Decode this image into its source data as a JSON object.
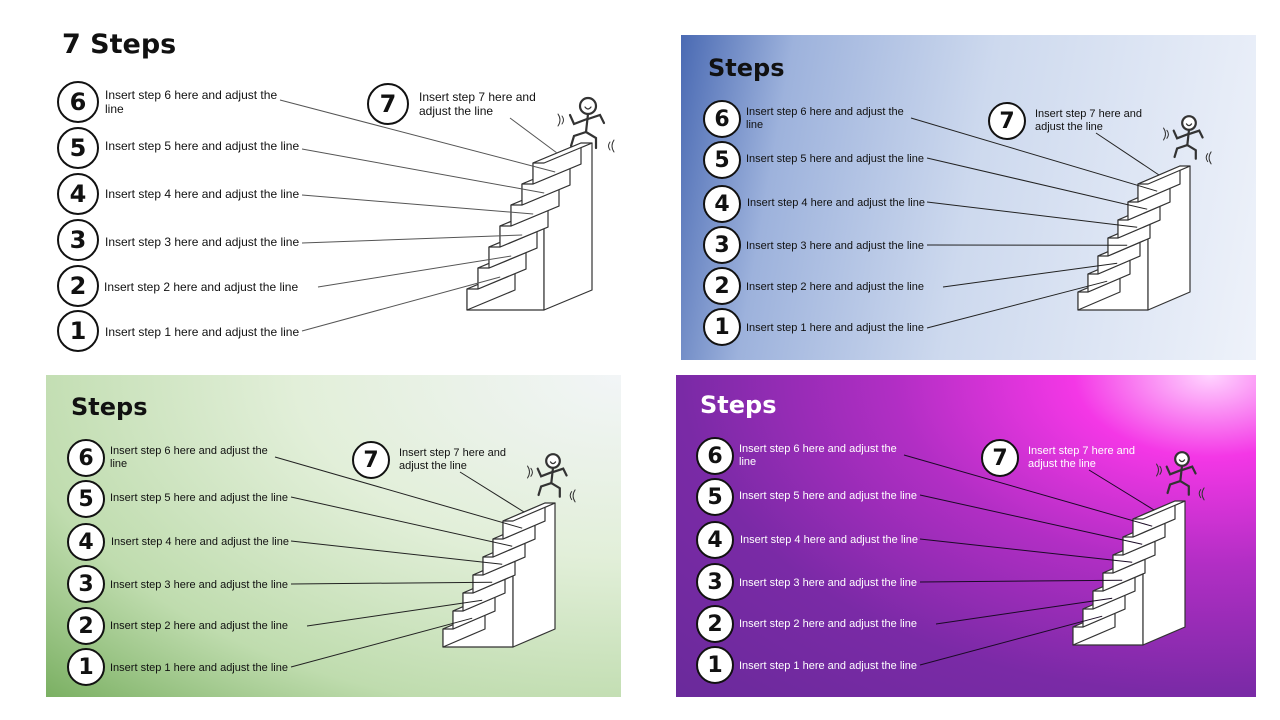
{
  "slides": [
    {
      "title": "7 Steps",
      "steps": [
        {
          "number": "6",
          "label": "Insert step 6 here and adjust the line"
        },
        {
          "number": "5",
          "label": "Insert step 5 here and adjust the line"
        },
        {
          "number": "4",
          "label": "Insert step 4 here and adjust the line"
        },
        {
          "number": "3",
          "label": "Insert step 3 here and adjust the line"
        },
        {
          "number": "2",
          "label": "Insert step 2 here and adjust the line"
        },
        {
          "number": "1",
          "label": "Insert step 1 here and adjust the line"
        }
      ],
      "top_step": {
        "number": "7",
        "label": "Insert step 7 here and adjust the line"
      },
      "background": "#ffffff"
    },
    {
      "title": "Steps",
      "steps": [
        {
          "number": "6",
          "label": "Insert step 6 here and adjust the line"
        },
        {
          "number": "5",
          "label": "Insert step 5 here and adjust the line"
        },
        {
          "number": "4",
          "label": "Insert step 4 here and adjust the line"
        },
        {
          "number": "3",
          "label": "Insert step 3 here and adjust the line"
        },
        {
          "number": "2",
          "label": "Insert step 2 here and adjust the line"
        },
        {
          "number": "1",
          "label": "Insert step 1 here and adjust the line"
        }
      ],
      "top_step": {
        "number": "7",
        "label": "Insert step 7 here and adjust the line"
      },
      "background": "#cdd9ee"
    },
    {
      "title": "Steps",
      "steps": [
        {
          "number": "6",
          "label": "Insert step 6 here and adjust the line"
        },
        {
          "number": "5",
          "label": "Insert step 5 here and adjust the line"
        },
        {
          "number": "4",
          "label": "Insert step 4 here and adjust the line"
        },
        {
          "number": "3",
          "label": "Insert step 3 here and adjust the line"
        },
        {
          "number": "2",
          "label": "Insert step 2 here and adjust the line"
        },
        {
          "number": "1",
          "label": "Insert step 1 here and adjust the line"
        }
      ],
      "top_step": {
        "number": "7",
        "label": "Insert step 7 here and adjust the line"
      },
      "background": "#bfdcae"
    },
    {
      "title": "Steps",
      "steps": [
        {
          "number": "6",
          "label": "Insert step 6 here and adjust the line"
        },
        {
          "number": "5",
          "label": "Insert step 5 here and adjust the line"
        },
        {
          "number": "4",
          "label": "Insert step 4 here and adjust the line"
        },
        {
          "number": "3",
          "label": "Insert step 3 here and adjust the line"
        },
        {
          "number": "2",
          "label": "Insert step 2 here and adjust the line"
        },
        {
          "number": "1",
          "label": "Insert step 1 here and adjust the line"
        }
      ],
      "top_step": {
        "number": "7",
        "label": "Insert step 7 here and adjust the line"
      },
      "background": "#7a2aa6"
    }
  ],
  "icons": {
    "figure": "stick-figure-icon",
    "staircase": "staircase-icon"
  }
}
